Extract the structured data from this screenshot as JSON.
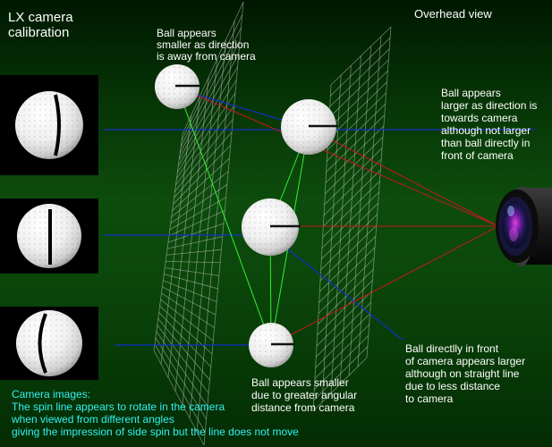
{
  "title_lines": [
    "LX camera",
    "calibration"
  ],
  "overhead_label": "Overhead view",
  "annotations": {
    "top_ball": [
      "Ball appears",
      "smaller as direction",
      "is away from camera"
    ],
    "right_ball": [
      "Ball appears",
      "larger as direction is",
      "towards camera",
      "although not larger",
      "than ball directly in",
      "front of camera"
    ],
    "bottom_ball": [
      "Ball appears smaller",
      "due to greater angular",
      "distance from camera"
    ],
    "front_ball": [
      "Ball directlly in front",
      "of camera appears larger",
      "although on straight line",
      "due to less distance",
      "to camera"
    ]
  },
  "camera_images_text": [
    "Camera images:",
    "The spin line appears to rotate in the camera",
    "when viewed from different angles",
    "giving the impression of side spin but the line does not move"
  ],
  "colors": {
    "background_top": "#001800",
    "background_mid": "#0d4c0d",
    "sight_line_green": "#33ee33",
    "sight_line_red": "#c81818",
    "projection_blue": "#1030c8",
    "caption_cyan": "#33f0f0",
    "grid": "#c8c8c8"
  },
  "icons": [
    "golf-ball",
    "camera-lens"
  ]
}
